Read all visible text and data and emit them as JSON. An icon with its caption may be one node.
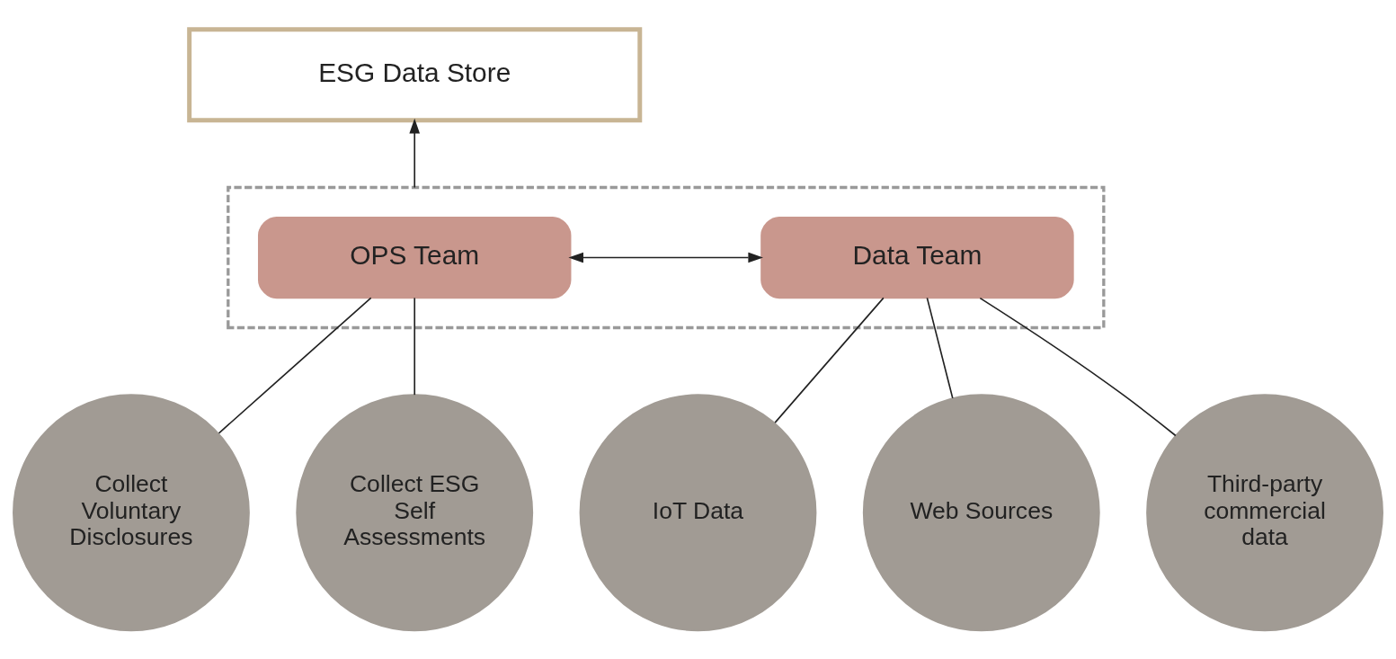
{
  "diagram": {
    "nodes": [
      {
        "text": [
          "ESG Data Store"
        ]
      },
      {
        "text": [],
        "shape": "box"
      },
      {
        "text": [
          "OPS Team"
        ],
        "in": 1
      },
      {
        "text": [
          "Data Team"
        ],
        "in": 1
      },
      {
        "text": [
          "Collect Voluntary Disclosures"
        ]
      },
      {
        "text": [
          "Collect ESG Self Assessments"
        ]
      },
      {
        "text": [
          "IoT Data"
        ]
      },
      {
        "text": [
          "Web Sources"
        ]
      },
      {
        "text": [
          "Third-party commercial data"
        ]
      }
    ],
    "edges": [
      {
        "from": 1,
        "to": 0,
        "arrow": "to"
      },
      {
        "from": 2,
        "to": 3,
        "arrow": "both"
      },
      {
        "from": 2,
        "to": 4,
        "arrow": "none"
      },
      {
        "from": 2,
        "to": 5,
        "arrow": "none"
      },
      {
        "from": 3,
        "to": 6,
        "arrow": "none"
      },
      {
        "from": 3,
        "to": 7,
        "arrow": "none"
      },
      {
        "from": 3,
        "to": 8,
        "arrow": "none"
      }
    ]
  }
}
